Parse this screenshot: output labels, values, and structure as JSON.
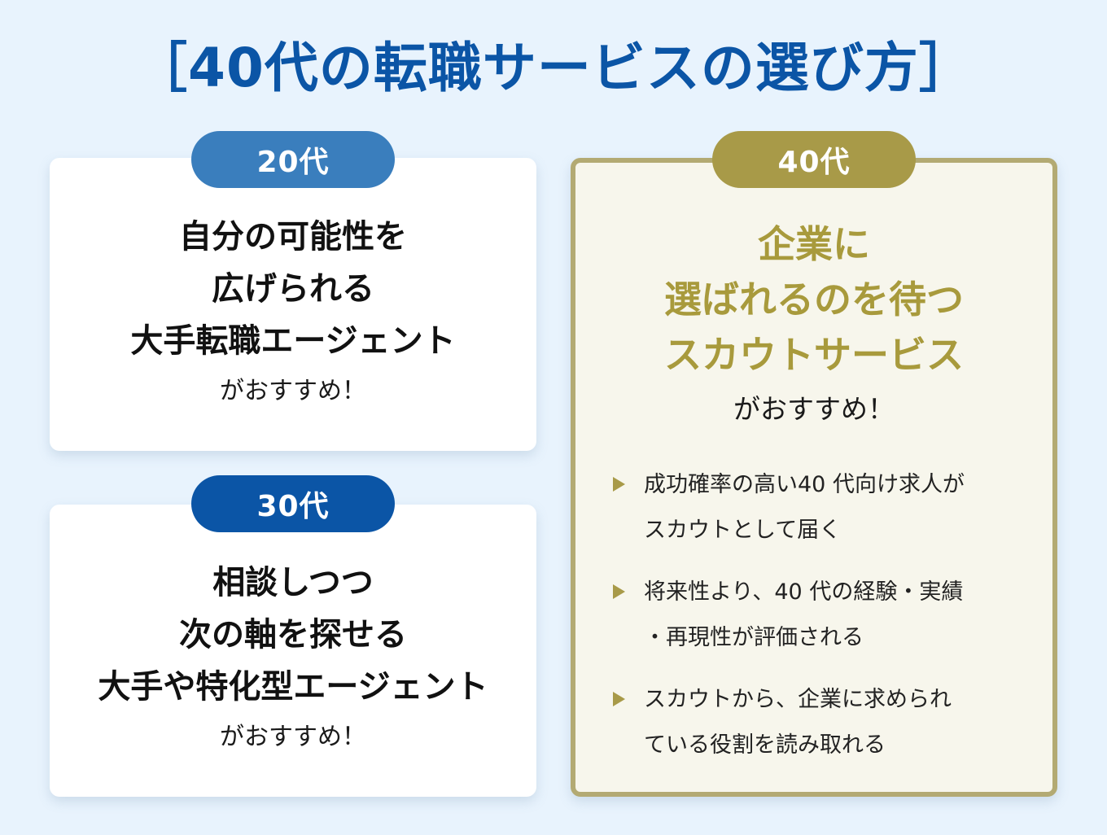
{
  "title": "［40代の転職サービスの選び方］",
  "colors": {
    "background": "#e8f3fd",
    "title": "#0b55a6",
    "pill_20s": "#3a7ebd",
    "pill_30s": "#0b55a6",
    "pill_40s": "#a89a48",
    "card_40s_border": "#b3aa73",
    "card_40s_bg": "#f7f6ec",
    "headline_40s": "#a89a3c"
  },
  "cards": {
    "twenties": {
      "label": "20代",
      "headline": [
        "自分の可能性を",
        "広げられる",
        "大手転職エージェント"
      ],
      "recommend": "がおすすめ！"
    },
    "thirties": {
      "label": "30代",
      "headline": [
        "相談しつつ",
        "次の軸を探せる",
        "大手や特化型エージェント"
      ],
      "recommend": "がおすすめ！"
    },
    "forties": {
      "label": "40代",
      "headline": [
        "企業に",
        "選ばれるのを待つ",
        "スカウトサービス"
      ],
      "recommend": "がおすすめ！",
      "bullet_icon": "triangle-right-icon",
      "bullets": [
        {
          "lines": [
            "成功確率の高い40 代向け求人が",
            "スカウトとして届く"
          ]
        },
        {
          "lines": [
            "将来性より、40 代の経験・実績",
            "・再現性が評価される"
          ]
        },
        {
          "lines": [
            "スカウトから、企業に求められ",
            "ている役割を読み取れる"
          ]
        }
      ]
    }
  }
}
